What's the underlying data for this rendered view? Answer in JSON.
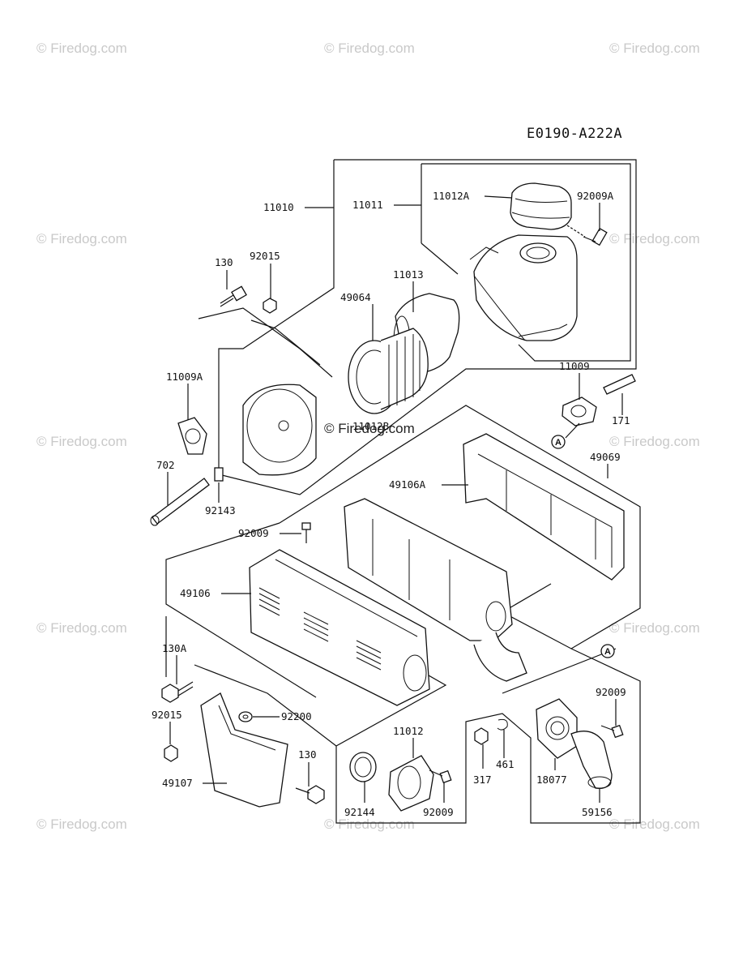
{
  "diagram_code": "E0190-A222A",
  "watermark": "© Firedog.com",
  "center_watermark": "© Firedog.com",
  "callouts": {
    "p11010": "11010",
    "p11011": "11011",
    "p11012A": "11012A",
    "p92009A": "92009A",
    "p130_top": "130",
    "p92015_top": "92015",
    "p11013": "11013",
    "p49064": "49064",
    "p11009A": "11009A",
    "p11012B": "11012B",
    "p11009": "11009",
    "p171": "171",
    "pA1": "A",
    "p702": "702",
    "p92143": "92143",
    "p49069": "49069",
    "p49106A": "49106A",
    "p92009_mid": "92009",
    "p49106": "49106",
    "pA2": "A",
    "p130A": "130A",
    "p92009_right": "92009",
    "p92015_bot": "92015",
    "p92200": "92200",
    "p11012": "11012",
    "p130_bot": "130",
    "p49107": "49107",
    "p317": "317",
    "p461": "461",
    "p18077": "18077",
    "p92144": "92144",
    "p92009_bot": "92009",
    "p59156": "59156"
  }
}
